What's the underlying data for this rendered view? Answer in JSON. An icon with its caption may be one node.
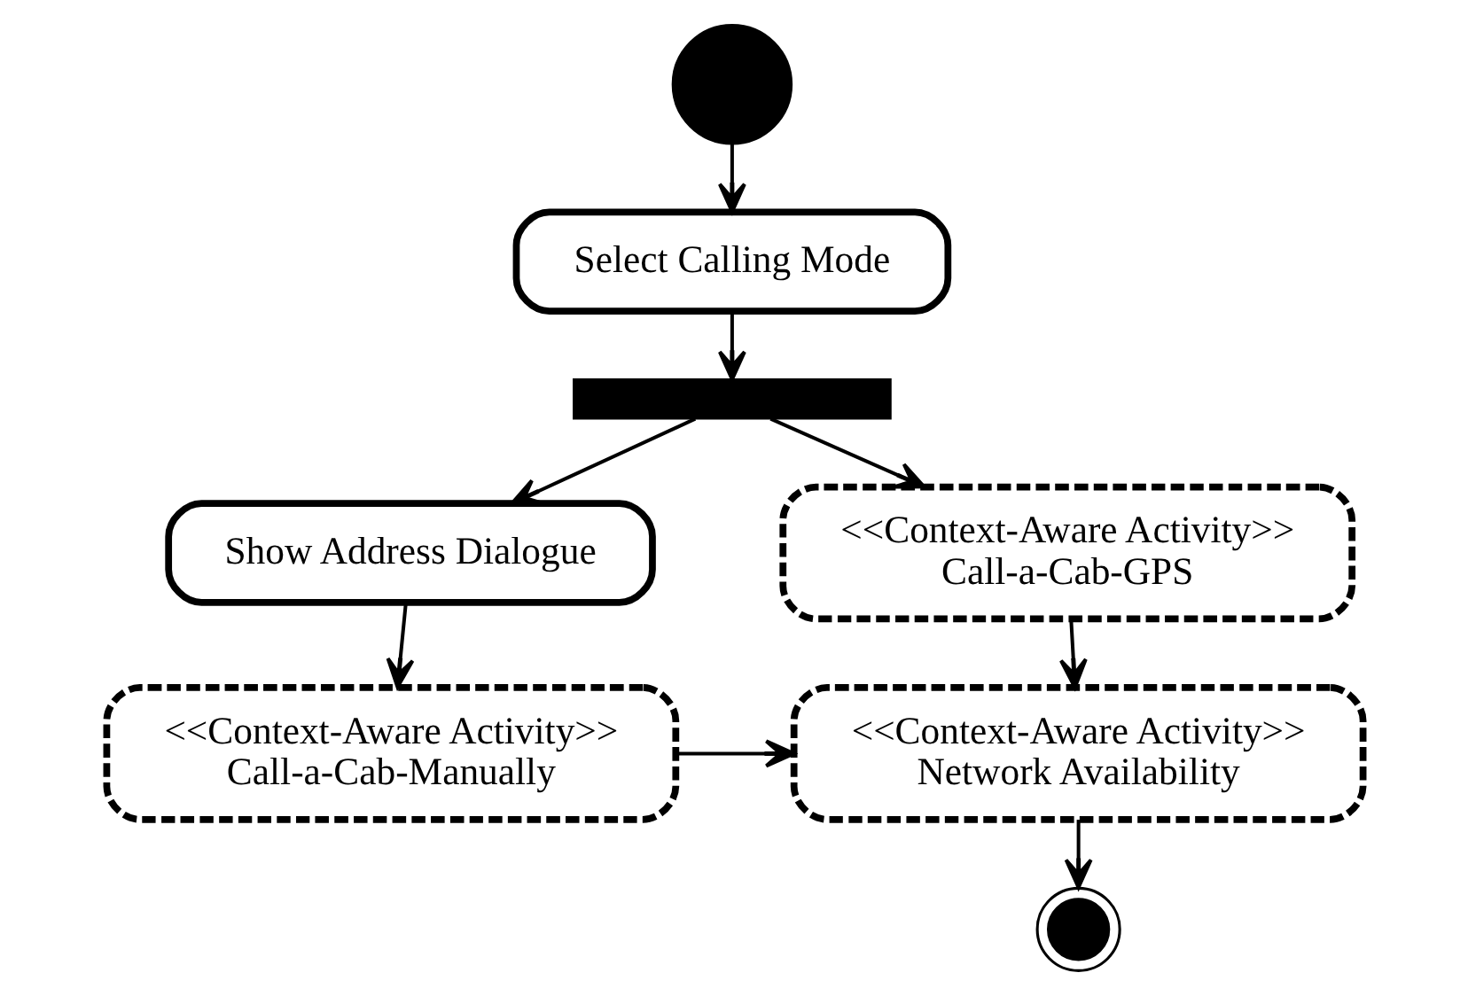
{
  "diagram": {
    "nodes": [
      {
        "text": [],
        "shape": "circle"
      },
      {
        "text": [
          "Select Calling Mode"
        ]
      },
      {
        "text": [],
        "shape": "bar"
      },
      {
        "text": [
          "<<Context-Aware Activity>>",
          "Call-a-Cab-GPS"
        ]
      },
      {
        "text": [
          "Show Address Dialogue"
        ]
      },
      {
        "text": [
          "<<Context-Aware Activity>>",
          "Call-a-Cab-Manually"
        ]
      },
      {
        "text": [
          "<<Context-Aware Activity>>",
          "Network Availability"
        ]
      },
      {
        "text": [],
        "shape": "circle"
      }
    ],
    "edges": [
      {
        "from": 0,
        "to": 1,
        "arrow": "to"
      },
      {
        "from": 1,
        "to": 2,
        "arrow": "to"
      },
      {
        "from": 2,
        "to": 3,
        "arrow": "to"
      },
      {
        "from": 2,
        "to": 4,
        "arrow": "to"
      },
      {
        "from": 4,
        "to": 5,
        "arrow": "to"
      },
      {
        "from": 3,
        "to": 6,
        "arrow": "to"
      },
      {
        "from": 5,
        "to": 6,
        "arrow": "to"
      },
      {
        "from": 6,
        "to": 7,
        "arrow": "to"
      }
    ]
  }
}
